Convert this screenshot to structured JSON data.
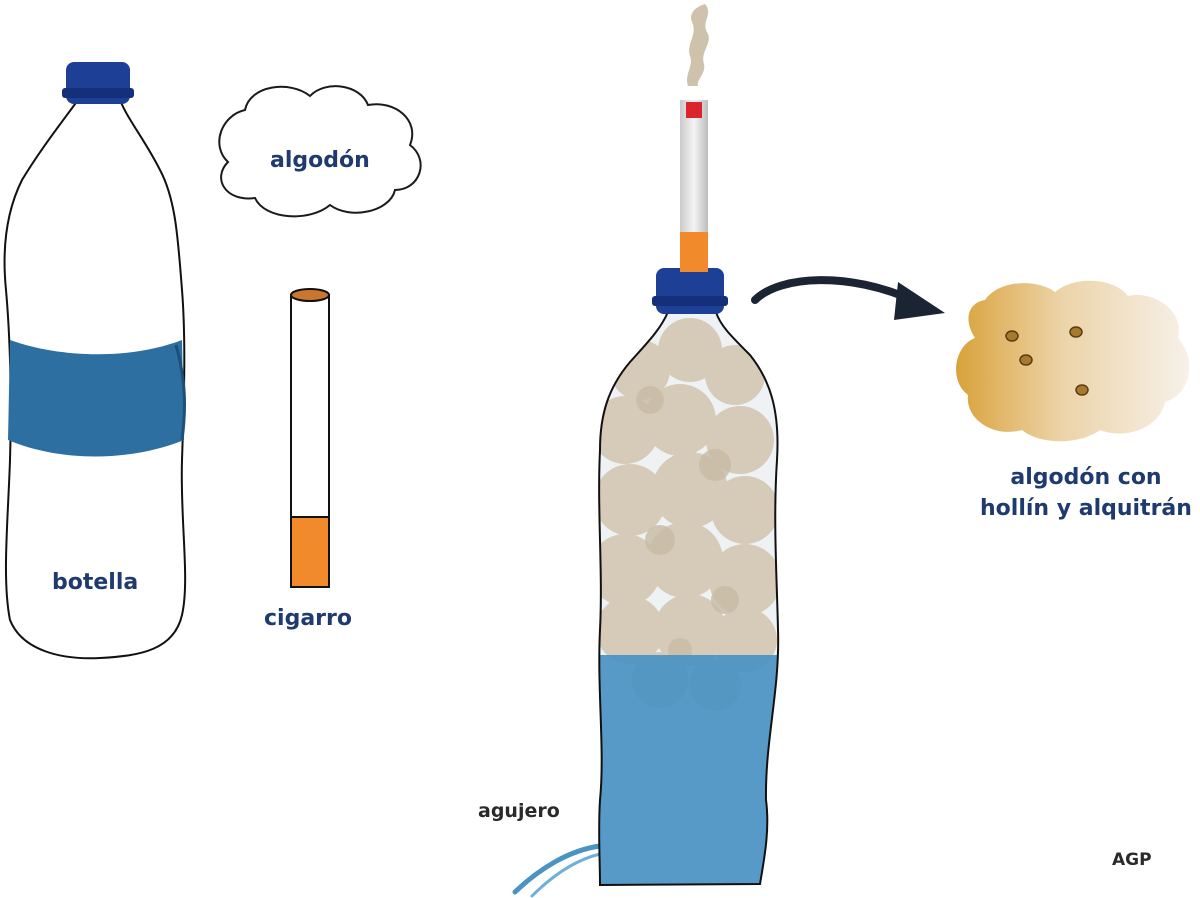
{
  "labels": {
    "bottle": "botella",
    "cotton": "algodón",
    "cigarette": "cigarro",
    "result_line1": "algodón con",
    "result_line2": "hollín y alquitrán",
    "hole": "agujero",
    "credit": "AGP"
  },
  "colors": {
    "label_text": "#1f3a6e",
    "cap_blue": "#1d3f95",
    "bottle_band": "#2d6fa0",
    "water": "#4a93c3",
    "cotton_fill": "#d6cbb9",
    "filter_orange": "#f08a2a",
    "ember_red": "#d8262c",
    "smoke": "#cfc2ac",
    "arrow": "#1b2433",
    "stained_cotton_dark": "#d9a23a",
    "stained_cotton_light": "#f4ece2"
  }
}
